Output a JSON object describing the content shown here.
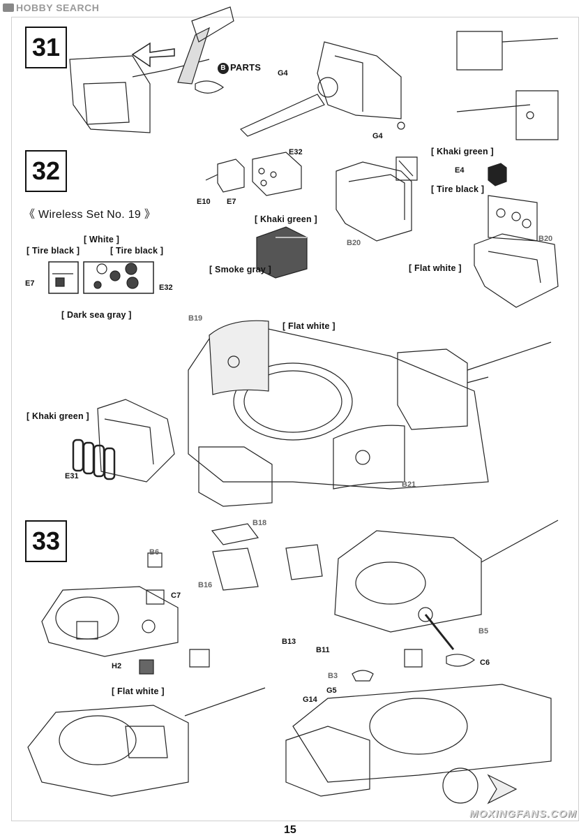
{
  "header": {
    "brand": "HOBBY SEARCH"
  },
  "steps": [
    {
      "number": "31"
    },
    {
      "number": "32"
    },
    {
      "number": "33"
    }
  ],
  "step31": {
    "parts_label": "PARTS",
    "parts_letter": "B",
    "parts": [
      "G4",
      "G4"
    ]
  },
  "step32": {
    "section_title": "《   Wireless Set No. 19   》",
    "colors": {
      "tire_black_left": "[ Tire black ]",
      "white": "[ White ]",
      "tire_black_right": "[ Tire black ]",
      "dark_sea_gray": "[ Dark sea gray ]",
      "khaki_green_center": "[ Khaki green ]",
      "smoke_gray": "[ Smoke gray ]",
      "khaki_green_right": "[ Khaki green ]",
      "tire_black_e4": "[ Tire black ]",
      "flat_white_b20": "[ Flat white ]",
      "flat_white_b19": "[ Flat white ]",
      "khaki_green_e31": "[ Khaki green ]"
    },
    "parts": {
      "e32_top": "E32",
      "e10": "E10",
      "e7_top": "E7",
      "e7_left": "E7",
      "e32_left": "E32",
      "b20_mid": "B20",
      "e4": "E4",
      "b20_right": "B20",
      "b19": "B19",
      "e31": "E31",
      "b21": "B21"
    }
  },
  "step33": {
    "colors": {
      "flat_white": "[ Flat white ]"
    },
    "parts": {
      "b6": "B6",
      "c7": "C7",
      "h2": "H2",
      "b18": "B18",
      "b16": "B16",
      "b13": "B13",
      "b11": "B11",
      "b5": "B5",
      "c6": "C6",
      "b3": "B3",
      "g5": "G5",
      "g14": "G14"
    }
  },
  "footer": {
    "page_number": "15",
    "watermark": "MOXINGFANS.COM"
  }
}
